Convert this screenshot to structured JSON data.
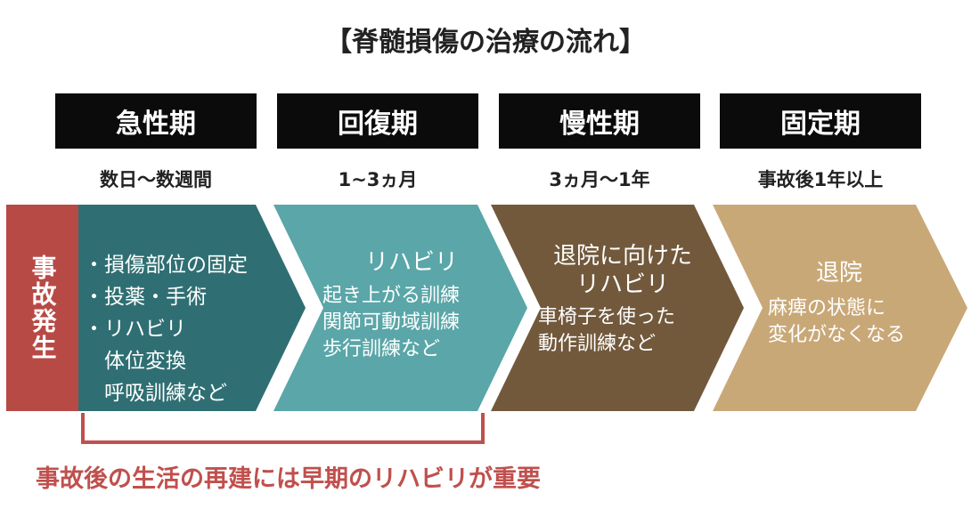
{
  "title": "【脊髄損傷の治療の流れ】",
  "phases": [
    {
      "name": "急性期",
      "duration": "数日〜数週間"
    },
    {
      "name": "回復期",
      "duration": "1~3ヵ月"
    },
    {
      "name": "慢性期",
      "duration": "3ヵ月〜1年"
    },
    {
      "name": "固定期",
      "duration": "事故後1年以上"
    }
  ],
  "accident": "事故発生",
  "steps": [
    {
      "lines": [
        "・損傷部位の固定",
        "・投薬・手術",
        "・リハビリ",
        "　体位変換",
        "　呼吸訓練など"
      ]
    },
    {
      "heading": "リハビリ",
      "lines": [
        "起き上がる訓練",
        "関節可動域訓練",
        "歩行訓練など"
      ]
    },
    {
      "heading": "退院に向けた",
      "heading2": "リハビリ",
      "lines": [
        "車椅子を使った",
        "動作訓練など"
      ]
    },
    {
      "heading": "退院",
      "lines": [
        "麻痺の状態に",
        "変化がなくなる"
      ]
    }
  ],
  "note": "事故後の生活の再建には早期のリハビリが重要",
  "colors": {
    "red": "#b84a45",
    "dark_teal": "#2f6f73",
    "teal": "#5aa6a8",
    "brown": "#72593c",
    "tan": "#c9a878"
  }
}
